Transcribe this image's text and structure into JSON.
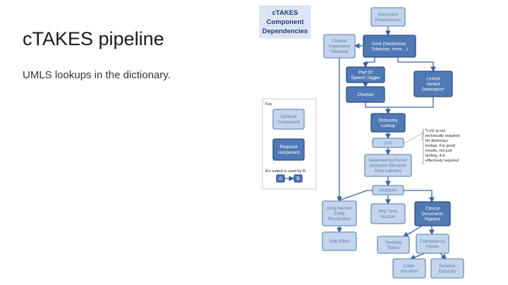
{
  "slide": {
    "title": "cTAKES pipeline",
    "bullet": "UMLS lookups in the dictionary."
  },
  "diagram": {
    "title_lines": [
      "cTAKES",
      "Component",
      "Dependencies"
    ],
    "key": {
      "label": "Key",
      "optional": [
        "Optional",
        "Component"
      ],
      "required": [
        "Required",
        "component"
      ],
      "arrow_caption": "A's output is used by B:",
      "a": "A",
      "b": "B"
    },
    "note": [
      "*LVG is not",
      "technically required",
      "for dictionary",
      "lookup. For good",
      "results, not just",
      "testing, it is",
      "effectively required."
    ],
    "nodes": [
      {
        "id": "docpre",
        "kind": "opt",
        "lines": [
          "Document",
          "Preprocessor"
        ]
      },
      {
        "id": "ctxtok",
        "kind": "opt",
        "lines": [
          "Context",
          "Dependent",
          "Tokenizer"
        ]
      },
      {
        "id": "core",
        "kind": "req",
        "lines": [
          "Core (Sectionizer,",
          "Tokenizer, more…)"
        ]
      },
      {
        "id": "pos",
        "kind": "req",
        "lines": [
          "Part Of",
          "Speech Tagger"
        ]
      },
      {
        "id": "lvg_gen",
        "kind": "req",
        "lines": [
          "Lexical",
          "Variant",
          "Generation*"
        ]
      },
      {
        "id": "chunker",
        "kind": "req",
        "lines": [
          "Chunker"
        ]
      },
      {
        "id": "dict",
        "kind": "req",
        "lines": [
          "Dictionary",
          "Lookup"
        ]
      },
      {
        "id": "lvg",
        "kind": "opt",
        "lines": [
          "LVG"
        ]
      },
      {
        "id": "dep",
        "kind": "opt",
        "lines": [
          "Dependency Parser",
          "(includes Semantic",
          "Role Labeler)"
        ]
      },
      {
        "id": "assert",
        "kind": "opt",
        "lines": [
          "Assertion"
        ]
      },
      {
        "id": "drug",
        "kind": "opt",
        "lines": [
          "Drug Named",
          "Entity",
          "Recognition"
        ]
      },
      {
        "id": "pad",
        "kind": "opt",
        "lines": [
          "PAD Term",
          "Spotter"
        ]
      },
      {
        "id": "clin",
        "kind": "req",
        "lines": [
          "Clinical",
          "Documents",
          "Pipeline"
        ]
      },
      {
        "id": "side",
        "kind": "opt",
        "lines": [
          "Side Effect"
        ]
      },
      {
        "id": "smoke",
        "kind": "opt",
        "lines": [
          "Smoking",
          "Status"
        ]
      },
      {
        "id": "const",
        "kind": "opt",
        "lines": [
          "Constituency",
          "Parser"
        ]
      },
      {
        "id": "coref",
        "kind": "opt",
        "lines": [
          "Coref-",
          "Resolver"
        ]
      },
      {
        "id": "rel",
        "kind": "opt",
        "lines": [
          "Relation",
          "Extractor"
        ]
      }
    ],
    "colors": {
      "required": "#4f79b5",
      "optional": "#c4d5ec",
      "edge": "#3b63a0",
      "title_bg": "#dbe5f4"
    }
  }
}
